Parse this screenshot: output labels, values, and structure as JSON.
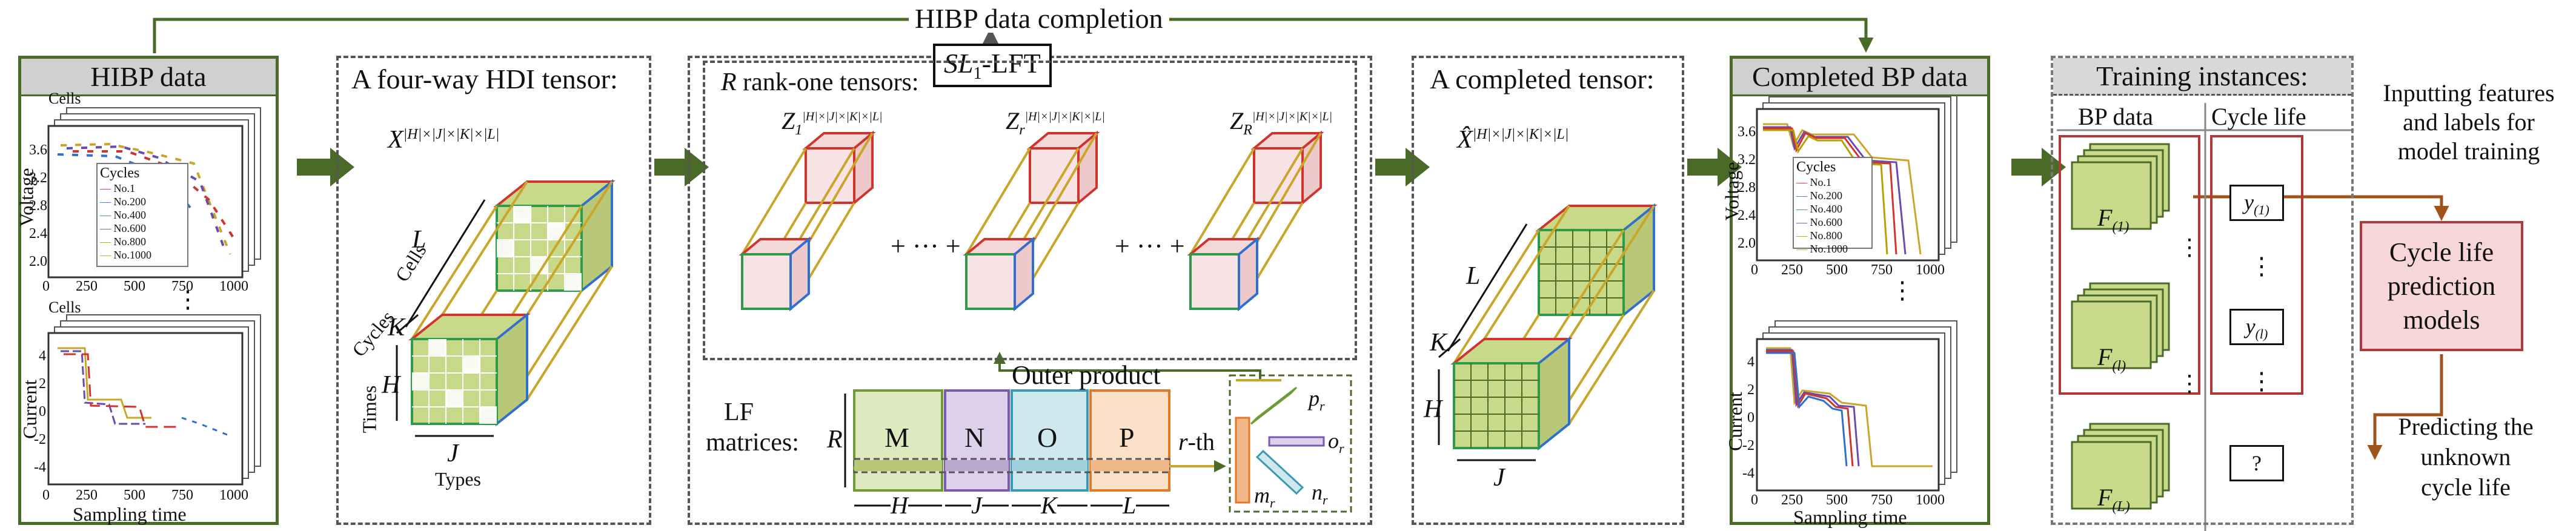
{
  "top": {
    "title": "HIBP data completion"
  },
  "hibp_panel": {
    "header": "HIBP data",
    "cells1": "Cells",
    "cells2": "Cells",
    "ylabel_voltage": "Voltage",
    "ylabel_current": "Current",
    "xlabel": "Sampling time",
    "vticks": [
      "3.6",
      "3.2",
      "2.8",
      "2.4",
      "2.0"
    ],
    "cticks": [
      "4",
      "2",
      "0",
      "-2",
      "-4"
    ],
    "xticks": [
      "0",
      "250",
      "500",
      "750",
      "1000"
    ],
    "legend_title": "Cycles",
    "legend": [
      "No.1",
      "No.200",
      "No.400",
      "No.600",
      "No.800",
      "No.1000"
    ],
    "dots": "⋮"
  },
  "tensor_panel": {
    "title": "A four-way HDI tensor:",
    "tensor_label": "X",
    "tensor_sup": "|H|×|J|×|K|×|L|",
    "cells": "Cells",
    "cycles": "Cycles",
    "times": "Times",
    "types": "Types",
    "L": "L",
    "K": "K",
    "H": "H",
    "J": "J"
  },
  "lft_panel": {
    "badge": "SL",
    "badge_sub": "1",
    "badge_suffix": "-LFT",
    "title_R": "R",
    "title_rest": " rank-one tensors:",
    "z1": "Z",
    "z1_sub": "1",
    "zr": "Z",
    "zr_sub": "r",
    "zR": "Z",
    "zR_sub": "R",
    "z_sup": "|H|×|J|×|K|×|L|",
    "plus1": "+ ··· +",
    "plus2": "+ ··· +",
    "outer_product": "Outer product",
    "lf_matrices_1": "LF",
    "lf_matrices_2": "matrices:",
    "R": "R",
    "M": "M",
    "N": "N",
    "O": "O",
    "P": "P",
    "H": "H",
    "J": "J",
    "K": "K",
    "L": "L",
    "rth_r": "r",
    "rth_rest": "-th",
    "pr": "p",
    "or": "o",
    "nr": "n",
    "mr": "m",
    "sub_r": "r"
  },
  "completed_tensor": {
    "title": "A completed tensor:",
    "label": "X̂",
    "sup": "|H|×|J|×|K|×|L|",
    "L": "L",
    "K": "K",
    "H": "H",
    "J": "J"
  },
  "completed_bp": {
    "header": "Completed BP data",
    "ylabel_voltage": "Voltage",
    "ylabel_current": "Current",
    "xlabel": "Sampling time",
    "vticks": [
      "3.6",
      "3.2",
      "2.8",
      "2.4",
      "2.0"
    ],
    "cticks": [
      "4",
      "2",
      "0",
      "-2",
      "-4"
    ],
    "xticks": [
      "0",
      "250",
      "500",
      "750",
      "1000"
    ],
    "legend_title": "Cycles",
    "legend": [
      "No.1",
      "No.200",
      "No.400",
      "No.600",
      "No.800",
      "No.1000"
    ],
    "dots": "⋮"
  },
  "training": {
    "header": "Training instances:",
    "col1": "BP data",
    "col2": "Cycle life",
    "f1": "F",
    "f1_sub": "(1)",
    "fl": "F",
    "fl_sub": "(l)",
    "fL": "F",
    "fL_sub": "(L)",
    "y1": "y",
    "y1_sub": "(1)",
    "yl": "y",
    "yl_sub": "(l)",
    "q": "?",
    "dots": "⋮"
  },
  "right": {
    "note1": [
      "Inputting features",
      "and labels for",
      "model training"
    ],
    "model": [
      "Cycle life",
      "prediction",
      "models"
    ],
    "note2": [
      "Predicting the",
      "unknown",
      "cycle life"
    ]
  },
  "colors": {
    "arrow_green": "#4a6a28",
    "cube_green": "#c9d98a",
    "red_edge": "#d0342c",
    "blue_edge": "#2f6fcf",
    "green_edge": "#2f9a4a",
    "gold": "#c9a52a",
    "m": "#dfe9bf",
    "n": "#ddd0ea",
    "o": "#cfe8ee",
    "p": "#fbe0c8",
    "model_fill": "#f6d6d6",
    "model_border": "#b03a3a",
    "brown_arrow": "#a0521a"
  }
}
